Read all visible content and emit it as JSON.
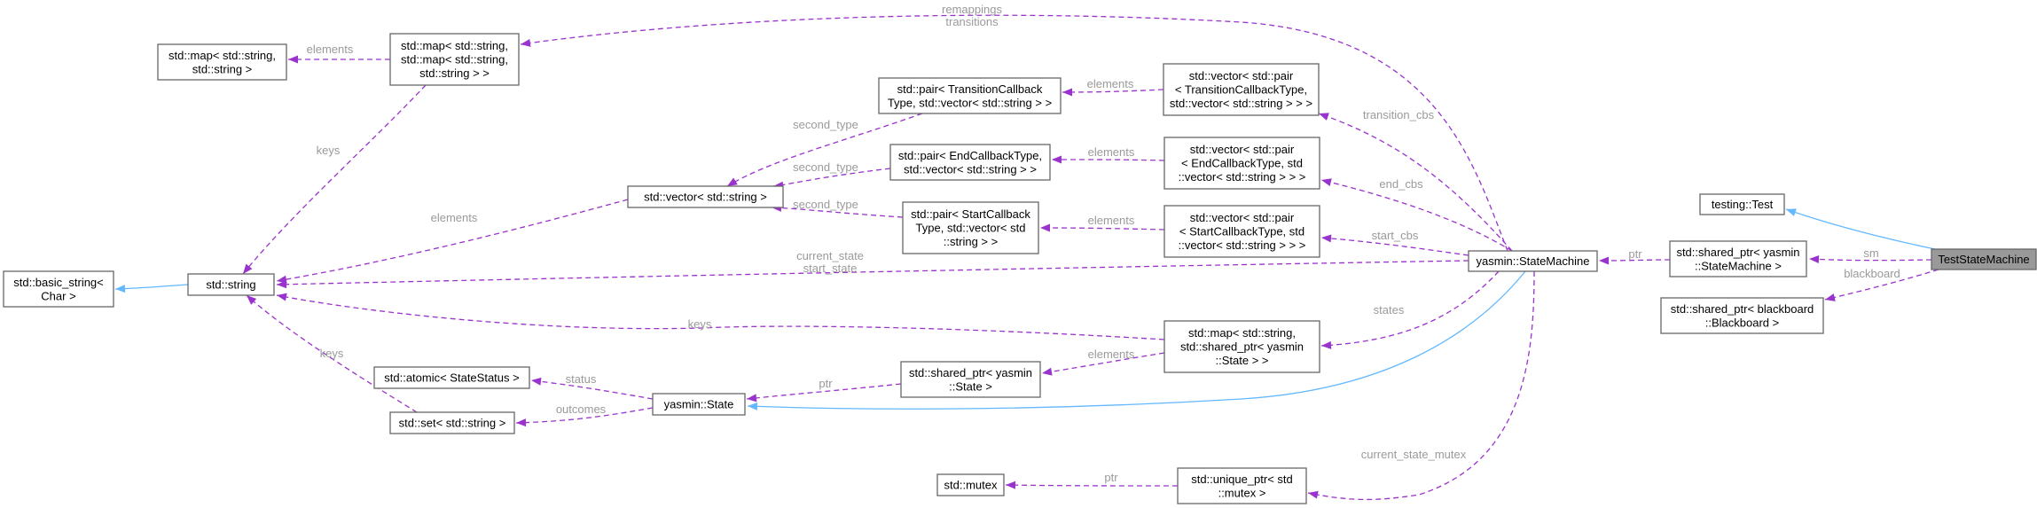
{
  "diagram": {
    "nodes": [
      {
        "id": "test_state_machine",
        "lines": [
          "TestStateMachine"
        ],
        "focus": true
      },
      {
        "id": "testing_test",
        "lines": [
          "testing::Test"
        ]
      },
      {
        "id": "shared_ptr_sm",
        "lines": [
          "std::shared_ptr< yasmin",
          "::StateMachine >"
        ]
      },
      {
        "id": "shared_ptr_bb",
        "lines": [
          "std::shared_ptr< blackboard",
          "::Blackboard >"
        ]
      },
      {
        "id": "yasmin_state_machine",
        "lines": [
          "yasmin::StateMachine"
        ]
      },
      {
        "id": "map_remap",
        "lines": [
          "std::map< std::string,",
          "std::map< std::string,",
          "std::string > >"
        ]
      },
      {
        "id": "map_str",
        "lines": [
          "std::map< std::string,",
          "std::string >"
        ]
      },
      {
        "id": "std_string",
        "lines": [
          "std::string"
        ]
      },
      {
        "id": "basic_string",
        "lines": [
          "std::basic_string<",
          "Char >"
        ]
      },
      {
        "id": "vector_string",
        "lines": [
          "std::vector< std::string >"
        ]
      },
      {
        "id": "pair_transition",
        "lines": [
          "std::pair< TransitionCallback",
          "Type, std::vector< std::string > >"
        ]
      },
      {
        "id": "vector_pair_transition",
        "lines": [
          "std::vector< std::pair",
          "< TransitionCallbackType,",
          "std::vector< std::string > > >"
        ]
      },
      {
        "id": "pair_end",
        "lines": [
          "std::pair< EndCallbackType,",
          "std::vector< std::string > >"
        ]
      },
      {
        "id": "vector_pair_end",
        "lines": [
          "std::vector< std::pair",
          "< EndCallbackType, std",
          "::vector< std::string > > >"
        ]
      },
      {
        "id": "pair_start",
        "lines": [
          "std::pair< StartCallback",
          "Type, std::vector< std",
          "::string > >"
        ]
      },
      {
        "id": "vector_pair_start",
        "lines": [
          "std::vector< std::pair",
          "< StartCallbackType, std",
          "::vector< std::string > > >"
        ]
      },
      {
        "id": "map_states",
        "lines": [
          "std::map< std::string,",
          "std::shared_ptr< yasmin",
          "::State > >"
        ]
      },
      {
        "id": "shared_ptr_state",
        "lines": [
          "std::shared_ptr< yasmin",
          "::State >"
        ]
      },
      {
        "id": "yasmin_state",
        "lines": [
          "yasmin::State"
        ]
      },
      {
        "id": "atomic_status",
        "lines": [
          "std::atomic< StateStatus >"
        ]
      },
      {
        "id": "set_string",
        "lines": [
          "std::set< std::string >"
        ]
      },
      {
        "id": "unique_ptr_mutex",
        "lines": [
          "std::unique_ptr< std",
          "::mutex >"
        ]
      },
      {
        "id": "std_mutex",
        "lines": [
          "std::mutex"
        ]
      }
    ],
    "edges": [
      {
        "id": "e_test_inh",
        "kind": "inheritance",
        "labels": []
      },
      {
        "id": "e_sm",
        "kind": "usage",
        "labels": [
          "sm"
        ]
      },
      {
        "id": "e_blackboard",
        "kind": "usage",
        "labels": [
          "blackboard"
        ]
      },
      {
        "id": "e_ptr_sm",
        "kind": "usage",
        "labels": [
          "ptr"
        ]
      },
      {
        "id": "e_remap",
        "kind": "usage",
        "labels": [
          "remappings",
          "transitions"
        ]
      },
      {
        "id": "e_transition_cbs",
        "kind": "usage",
        "labels": [
          "transition_cbs"
        ]
      },
      {
        "id": "e_end_cbs",
        "kind": "usage",
        "labels": [
          "end_cbs"
        ]
      },
      {
        "id": "e_start_cbs",
        "kind": "usage",
        "labels": [
          "start_cbs"
        ]
      },
      {
        "id": "e_current_state",
        "kind": "usage",
        "labels": [
          "current_state",
          "start_state"
        ]
      },
      {
        "id": "e_states",
        "kind": "usage",
        "labels": [
          "states"
        ]
      },
      {
        "id": "e_mutex",
        "kind": "usage",
        "labels": [
          "current_state_mutex"
        ]
      },
      {
        "id": "e_state_inh",
        "kind": "inheritance",
        "labels": []
      },
      {
        "id": "e_vpt_elems",
        "kind": "usage",
        "labels": [
          "elements"
        ]
      },
      {
        "id": "e_vpe_elems",
        "kind": "usage",
        "labels": [
          "elements"
        ]
      },
      {
        "id": "e_vps_elems",
        "kind": "usage",
        "labels": [
          "elements"
        ]
      },
      {
        "id": "e_pt_second",
        "kind": "usage",
        "labels": [
          "second_type"
        ]
      },
      {
        "id": "e_pe_second",
        "kind": "usage",
        "labels": [
          "second_type"
        ]
      },
      {
        "id": "e_ps_second",
        "kind": "usage",
        "labels": [
          "second_type"
        ]
      },
      {
        "id": "e_vs_elements",
        "kind": "usage",
        "labels": [
          "elements"
        ]
      },
      {
        "id": "e_remap_keys",
        "kind": "usage",
        "labels": [
          "keys"
        ]
      },
      {
        "id": "e_mapstr_elements",
        "kind": "usage",
        "labels": [
          "elements"
        ]
      },
      {
        "id": "e_string_inh",
        "kind": "inheritance",
        "labels": []
      },
      {
        "id": "e_states_keys",
        "kind": "usage",
        "labels": [
          "keys"
        ]
      },
      {
        "id": "e_states_elements",
        "kind": "usage",
        "labels": [
          "elements"
        ]
      },
      {
        "id": "e_state_ptr",
        "kind": "usage",
        "labels": [
          "ptr"
        ]
      },
      {
        "id": "e_status",
        "kind": "usage",
        "labels": [
          "status"
        ]
      },
      {
        "id": "e_outcomes",
        "kind": "usage",
        "labels": [
          "outcomes"
        ]
      },
      {
        "id": "e_set_keys",
        "kind": "usage",
        "labels": [
          "keys"
        ]
      },
      {
        "id": "e_mutex_ptr",
        "kind": "usage",
        "labels": [
          "ptr"
        ]
      }
    ]
  }
}
